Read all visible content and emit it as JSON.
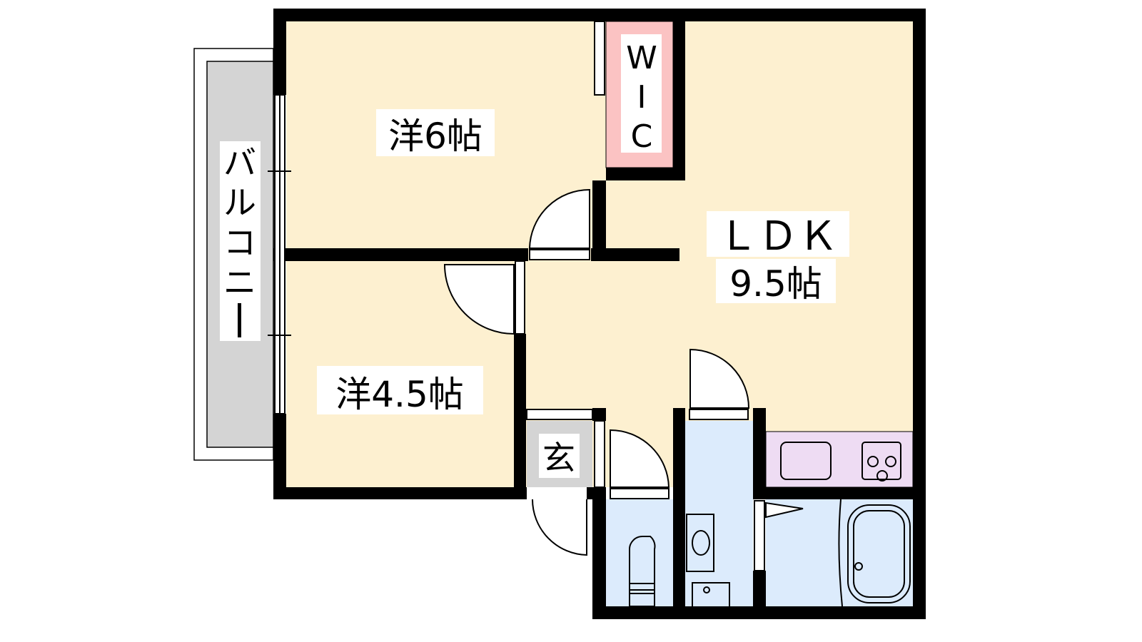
{
  "rooms": {
    "western_6": "洋6帖",
    "western_4_5": "洋4.5帖",
    "wic": [
      "W",
      "I",
      "C"
    ],
    "ldk": "ＬＤＫ",
    "ldk_size": "9.5帖",
    "entrance": "玄",
    "balcony": [
      "バ",
      "ル",
      "コ",
      "ニ",
      "ー"
    ]
  },
  "colors": {
    "room": "#fdf0d0",
    "wic": "#fbc3c3",
    "balcony": "#d4d4d4",
    "wet": "#dcebfc",
    "kitchen": "#eedcf3",
    "wall": "#000000"
  }
}
